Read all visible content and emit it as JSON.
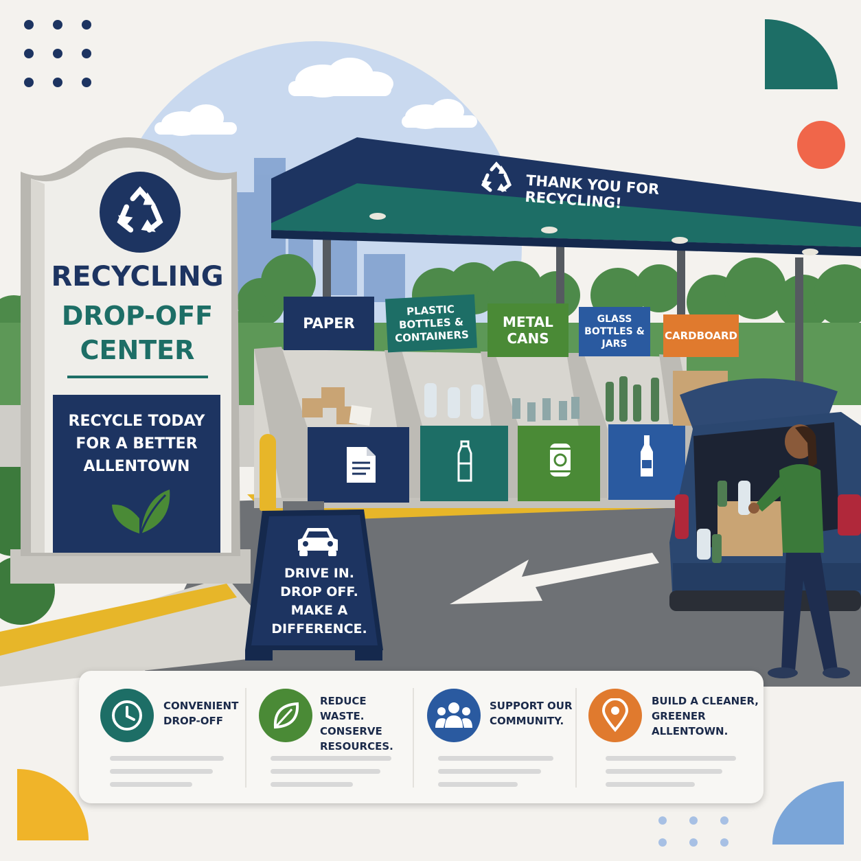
{
  "colors": {
    "navy": "#1d3461",
    "teal": "#1d6e66",
    "green": "#4a8a36",
    "blue": "#2a5aa0",
    "orange": "#e07a2e",
    "coral": "#f0664a",
    "yellow": "#f0b429"
  },
  "monument": {
    "title_line1": "RECYCLING",
    "title_line2": "DROP-OFF",
    "title_line3": "CENTER",
    "panel_line1": "RECYCLE TODAY",
    "panel_line2": "FOR A BETTER",
    "panel_line3": "ALLENTOWN",
    "icon": "recycle-icon",
    "leaf_icon": "leaf-icon"
  },
  "canopy": {
    "text": "THANK YOU FOR RECYCLING!",
    "icon": "recycle-icon"
  },
  "bins": [
    {
      "line1": "PAPER",
      "line2": "",
      "line3": "",
      "icon": "document-icon",
      "color": "#1d3461"
    },
    {
      "line1": "PLASTIC",
      "line2": "BOTTLES &",
      "line3": "CONTAINERS",
      "icon": "plastic-bottle-icon",
      "color": "#1d6e66"
    },
    {
      "line1": "METAL",
      "line2": "CANS",
      "line3": "",
      "icon": "can-icon",
      "color": "#4a8a36"
    },
    {
      "line1": "GLASS",
      "line2": "BOTTLES &",
      "line3": "JARS",
      "icon": "glass-bottle-icon",
      "color": "#2a5aa0"
    },
    {
      "line1": "CARDBOARD",
      "line2": "",
      "line3": "",
      "icon": "",
      "color": "#e07a2e"
    }
  ],
  "sandwich_sign": {
    "line1": "DRIVE IN.",
    "line2": "DROP OFF.",
    "line3": "MAKE A",
    "line4": "DIFFERENCE.",
    "icon": "car-icon"
  },
  "features": [
    {
      "text": "CONVENIENT\nDROP-OFF",
      "icon": "clock-icon",
      "color": "#1d6e66"
    },
    {
      "text": "REDUCE WASTE.\nCONSERVE\nRESOURCES.",
      "icon": "leaf-icon",
      "color": "#4a8a36"
    },
    {
      "text": "SUPPORT OUR\nCOMMUNITY.",
      "icon": "people-icon",
      "color": "#2a5aa0"
    },
    {
      "text": "BUILD A CLEANER,\nGREENER\nALLENTOWN.",
      "icon": "location-pin-icon",
      "color": "#e07a2e"
    }
  ]
}
